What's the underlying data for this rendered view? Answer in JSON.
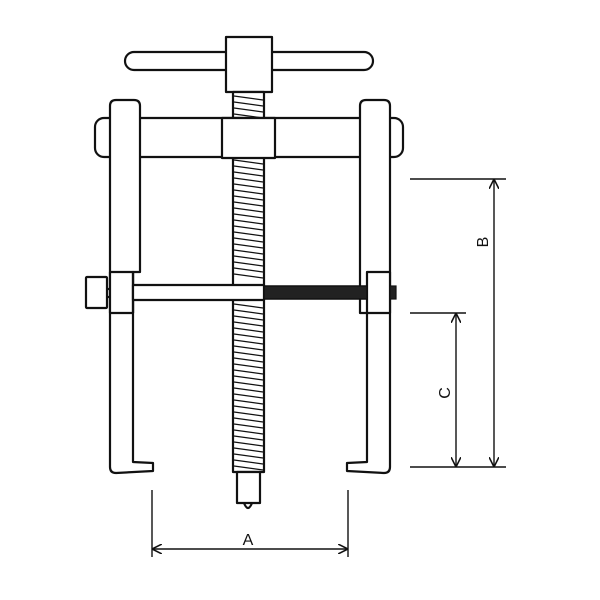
{
  "diagram": {
    "subject": "two-jaw gear puller technical drawing",
    "colors": {
      "line": "#111111",
      "background": "#ffffff"
    },
    "dimensions": {
      "A": {
        "label": "A",
        "description": "jaw spread width"
      },
      "B": {
        "label": "B",
        "description": "overall reach depth"
      },
      "C": {
        "label": "C",
        "description": "reach below adjuster"
      }
    }
  }
}
